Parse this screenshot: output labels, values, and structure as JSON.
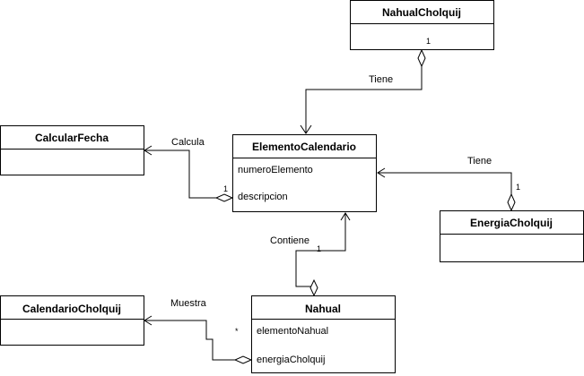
{
  "classes": {
    "nahual_cholquij": {
      "name": "NahualCholquij",
      "attributes": []
    },
    "calcular_fecha": {
      "name": "CalcularFecha",
      "attributes": []
    },
    "elemento_calendario": {
      "name": "ElementoCalendario",
      "attributes": [
        "numeroElemento",
        "descripcion"
      ]
    },
    "energia_cholquij": {
      "name": "EnergiaCholquij",
      "attributes": []
    },
    "calendario_cholquij": {
      "name": "CalendarioCholquij",
      "attributes": []
    },
    "nahual": {
      "name": "Nahual",
      "attributes": [
        "elementoNahual",
        "energiaCholquij"
      ]
    }
  },
  "relations": {
    "tiene_top": {
      "label": "Tiene",
      "multiplicity": "1"
    },
    "calcula": {
      "label": "Calcula",
      "multiplicity": "1"
    },
    "tiene_right": {
      "label": "Tiene",
      "multiplicity": "1"
    },
    "contiene": {
      "label": "Contiene",
      "multiplicity": "1"
    },
    "muestra": {
      "label": "Muestra",
      "multiplicity": "*"
    }
  },
  "colors": {
    "stroke": "#000000",
    "fill": "#ffffff"
  }
}
